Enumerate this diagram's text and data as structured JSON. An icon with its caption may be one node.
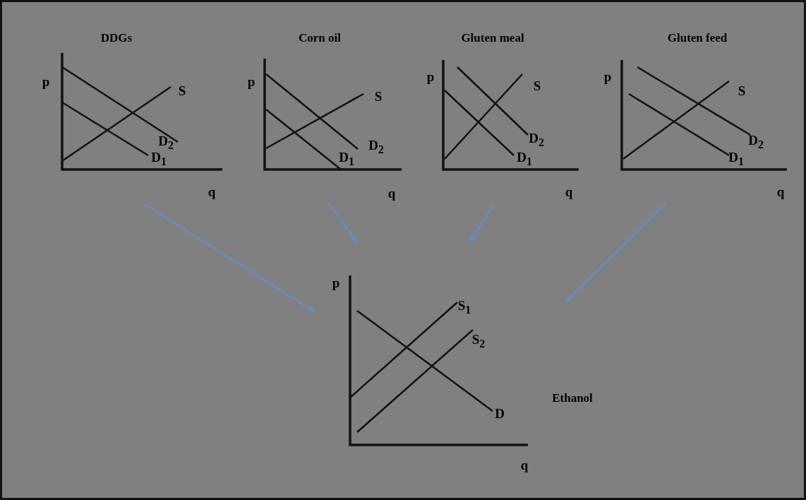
{
  "diagram": {
    "nodes": [
      {
        "text": [
          "DDGs",
          "p",
          "S",
          "D$_{2}$",
          "D$_{1}$",
          "q"
        ]
      },
      {
        "text": [
          "Corn oil",
          "p",
          "S",
          "D$_{2}$",
          "D$_{1}$",
          "q"
        ]
      },
      {
        "text": [
          "Gluten meal",
          "p",
          "S",
          "D$_{2}$",
          "D$_{1}$",
          "q"
        ]
      },
      {
        "text": [
          "Gluten feed",
          "p",
          "S",
          "D$_{2}$",
          "D$_{1}$",
          "q"
        ]
      },
      {
        "text": [
          "p",
          "S$_{1}$",
          "S$_{2}$",
          "D",
          "q"
        ],
        "beside": [
          "Ethanol"
        ]
      }
    ],
    "edges": [
      {
        "from": 0,
        "to": 4,
        "arrow": "to"
      },
      {
        "from": 1,
        "to": 4,
        "arrow": "to"
      },
      {
        "from": 2,
        "to": 4,
        "arrow": "to"
      },
      {
        "from": 3,
        "to": 4,
        "arrow": "to"
      }
    ]
  }
}
